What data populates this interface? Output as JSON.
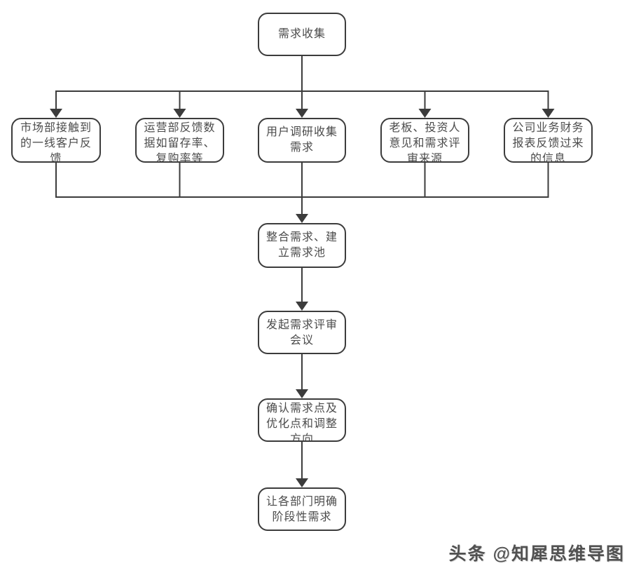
{
  "diagram": {
    "root": {
      "text": "需求收集"
    },
    "sources": [
      {
        "text": "市场部接触到\n的一线客户反\n馈"
      },
      {
        "text": "运营部反馈数\n据如留存率、\n复购率等"
      },
      {
        "text": "用户调研收集\n需求"
      },
      {
        "text": "老板、投资人\n意见和需求评\n审来源"
      },
      {
        "text": "公司业务财务\n报表反馈过来\n的信息"
      }
    ],
    "flow": [
      {
        "text": "整合需求、建\n立需求池"
      },
      {
        "text": "发起需求评审\n会议"
      },
      {
        "text": "确认需求点及\n优化点和调整\n方向"
      },
      {
        "text": "让各部门明确\n阶段性需求"
      }
    ],
    "watermark": "头条 @知犀思维导图",
    "colors": {
      "line": "#3c3c3c",
      "node_border": "#3c3c3c",
      "text": "#4b4b4b",
      "background": "#ffffff"
    }
  }
}
